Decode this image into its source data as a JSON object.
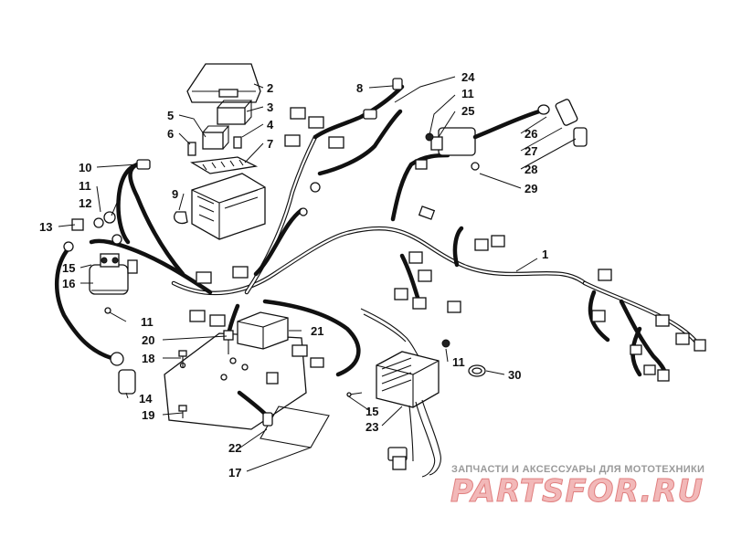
{
  "diagram": {
    "labels": {
      "l1": "1",
      "l2": "2",
      "l3": "3",
      "l4": "4",
      "l5": "5",
      "l6": "6",
      "l7": "7",
      "l8": "8",
      "l9": "9",
      "l10": "10",
      "l11a": "11",
      "l11b": "11",
      "l11c": "11",
      "l11d": "11",
      "l12": "12",
      "l13": "13",
      "l14": "14",
      "l15a": "15",
      "l15b": "15",
      "l16": "16",
      "l17": "17",
      "l18": "18",
      "l19": "19",
      "l20": "20",
      "l21": "21",
      "l22": "22",
      "l23": "23",
      "l24": "24",
      "l25": "25",
      "l26": "26",
      "l27": "27",
      "l28": "28",
      "l29": "29",
      "l30": "30"
    }
  },
  "watermark": {
    "caption": "ЗАПЧАСТИ И АКСЕССУАРЫ ДЛЯ МОТОТЕХНИКИ",
    "brand": "PARTSFOR.RU"
  },
  "colors": {
    "ink": "#111111",
    "watermark_fill": "#f2b8b8",
    "watermark_stroke": "#e07f7f",
    "watermark_caption": "#9a9a9a"
  }
}
